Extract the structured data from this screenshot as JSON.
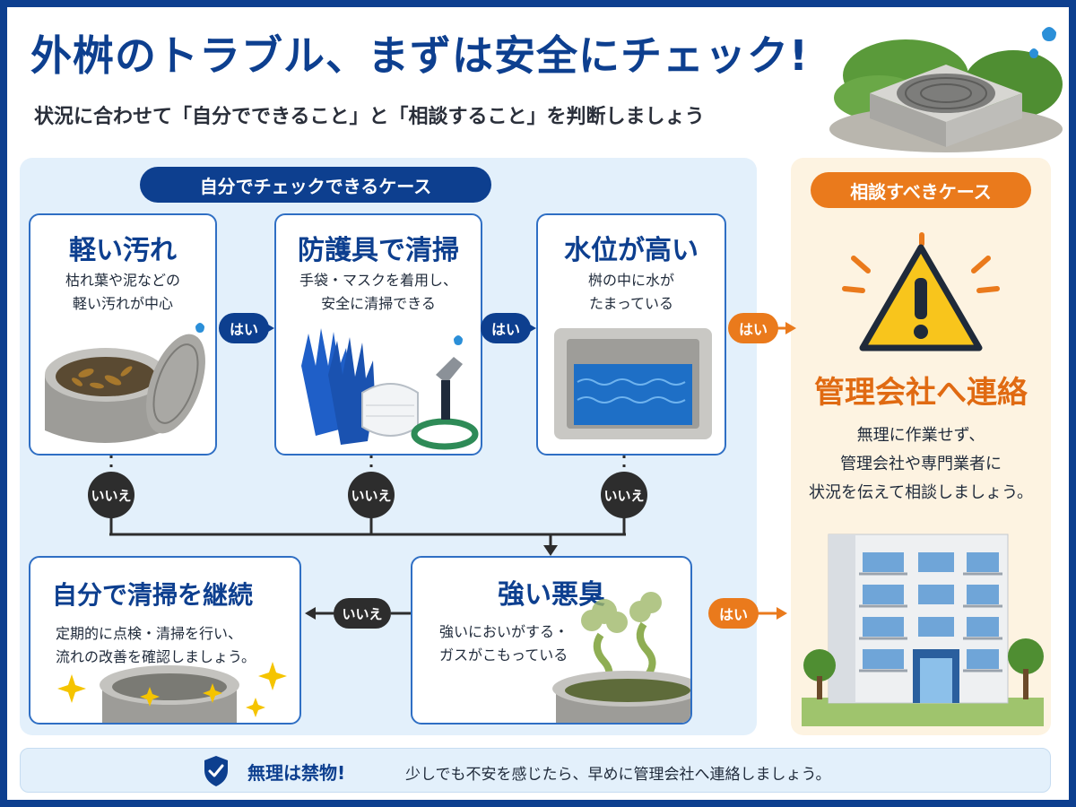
{
  "header": {
    "title": "外桝のトラブル、まずは安全にチェック!",
    "subtitle": "状況に合わせて「自分でできること」と「相談すること」を判断しましょう"
  },
  "self_check": {
    "badge": "自分でチェックできるケース",
    "cards": [
      {
        "title": "軽い汚れ",
        "desc": [
          "枯れ葉や泥などの",
          "軽い汚れが中心"
        ]
      },
      {
        "title": "防護具で清掃",
        "desc": [
          "手袋・マスクを着用し、",
          "安全に清掃できる"
        ]
      },
      {
        "title": "水位が高い",
        "desc": [
          "桝の中に水が",
          "たまっている"
        ]
      }
    ],
    "continue_card": {
      "title": "自分で清掃を継続",
      "desc": [
        "定期的に点検・清掃を行い、",
        "流れの改善を確認しましょう。"
      ]
    },
    "odor_card": {
      "title": "強い悪臭",
      "desc": [
        "強いにおいがする・",
        "ガスがこもっている"
      ]
    }
  },
  "labels": {
    "yes": "はい",
    "no": "いいえ"
  },
  "consult": {
    "badge": "相談すべきケース",
    "title": "管理会社へ連絡",
    "desc": [
      "無理に作業せず、",
      "管理会社や専門業者に",
      "状況を伝えて相談しましょう。"
    ]
  },
  "footer": {
    "strong": "無理は禁物!",
    "message": "少しでも不安を感じたら、早めに管理会社へ連絡しましょう。"
  },
  "colors": {
    "navy": "#0d3f8f",
    "orange": "#ea7a1c",
    "panel_blue": "#e3f0fb",
    "panel_cream": "#fdf3e1"
  },
  "icons": [
    "manhole-icon",
    "water-drop-icon",
    "gloves-icon",
    "mask-icon",
    "hose-nozzle-icon",
    "water-basin-icon",
    "warning-icon",
    "apartment-building-icon",
    "clean-basin-icon",
    "sparkle-icon",
    "odor-fumes-icon",
    "shield-icon"
  ]
}
